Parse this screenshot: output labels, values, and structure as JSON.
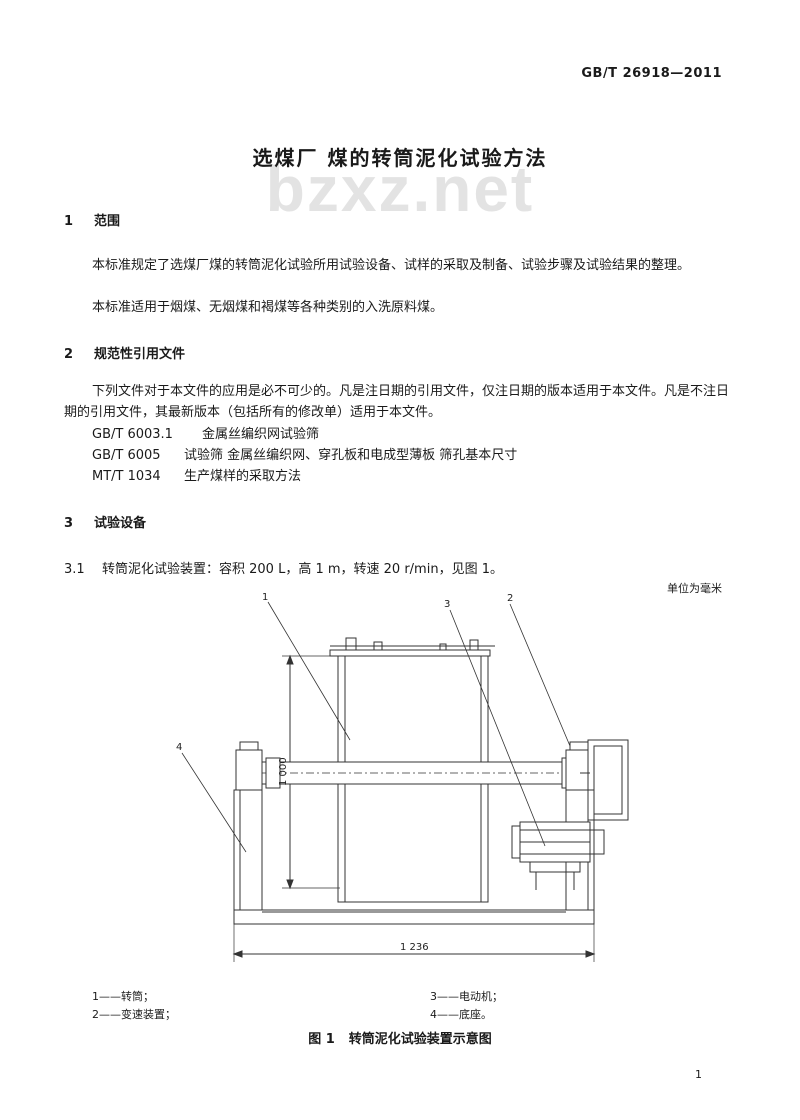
{
  "header": {
    "standard_code": "GB/T 26918—2011"
  },
  "title": "选煤厂 煤的转筒泥化试验方法",
  "watermark": "bzxz.net",
  "section1": {
    "number": "1",
    "heading": "范围",
    "para1": "本标准规定了选煤厂煤的转筒泥化试验所用试验设备、试样的采取及制备、试验步骤及试验结果的整理。",
    "para2": "本标准适用于烟煤、无烟煤和褐煤等各种类别的入洗原料煤。"
  },
  "section2": {
    "number": "2",
    "heading": "规范性引用文件",
    "para1": "下列文件对于本文件的应用是必不可少的。凡是注日期的引用文件，仅注日期的版本适用于本文件。凡是不注日期的引用文件，其最新版本（包括所有的修改单）适用于本文件。",
    "refs": [
      {
        "code": "GB/T 6003.1",
        "title": "金属丝编织网试验筛"
      },
      {
        "code": "GB/T 6005",
        "title": "试验筛 金属丝编织网、穿孔板和电成型薄板 筛孔基本尺寸"
      },
      {
        "code": "MT/T 1034",
        "title": "生产煤样的采取方法"
      }
    ]
  },
  "section3": {
    "number": "3",
    "heading": "试验设备",
    "clause_number": "3.1",
    "clause_text": "转筒泥化试验装置：容积 200 L，高 1 m，转速 20 r/min，见图 1。"
  },
  "figure": {
    "unit_note": "单位为毫米",
    "dim_height": "1 000",
    "dim_width": "1 236",
    "callouts": [
      "1",
      "2",
      "3",
      "4"
    ],
    "legend": [
      {
        "num": "1",
        "text": "转筒；"
      },
      {
        "num": "2",
        "text": "变速装置；"
      },
      {
        "num": "3",
        "text": "电动机；"
      },
      {
        "num": "4",
        "text": "底座。"
      }
    ],
    "caption_label": "图 1",
    "caption_text": "转筒泥化试验装置示意图"
  },
  "page_number": "1"
}
